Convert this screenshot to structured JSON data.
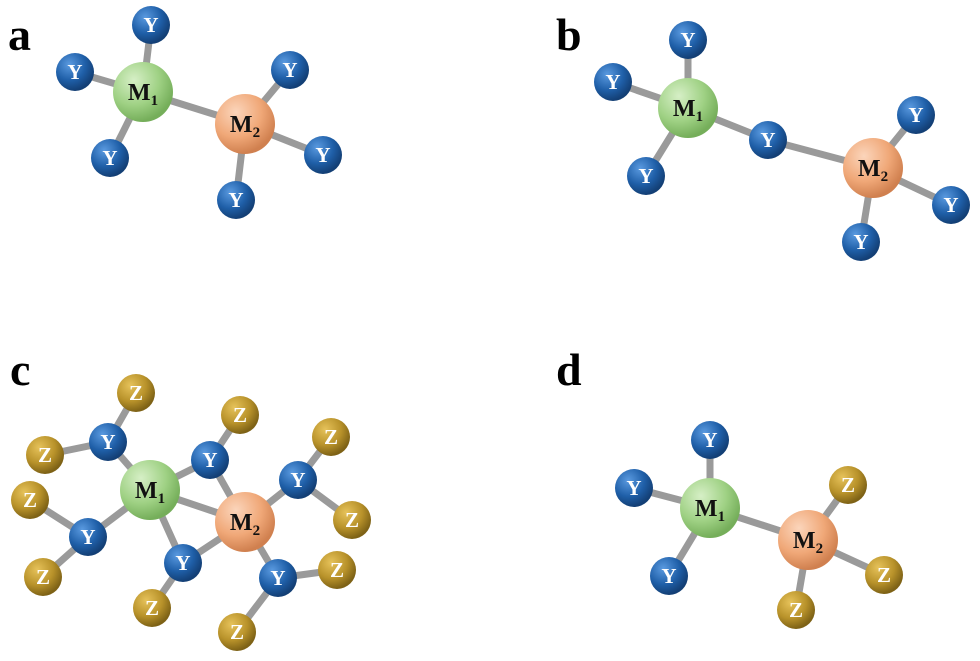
{
  "panels": {
    "a": {
      "label": "a"
    },
    "b": {
      "label": "b"
    },
    "c": {
      "label": "c"
    },
    "d": {
      "label": "d"
    }
  },
  "atoms": {
    "y": "Y",
    "z": "Z",
    "m": "M",
    "m1_sub": "1",
    "m2_sub": "2"
  },
  "colors": {
    "y_atom": "#1f5fa8",
    "z_atom": "#b8922a",
    "m1_atom": "#9fd184",
    "m2_atom": "#f0a878",
    "bond": "#9a9a9a"
  }
}
